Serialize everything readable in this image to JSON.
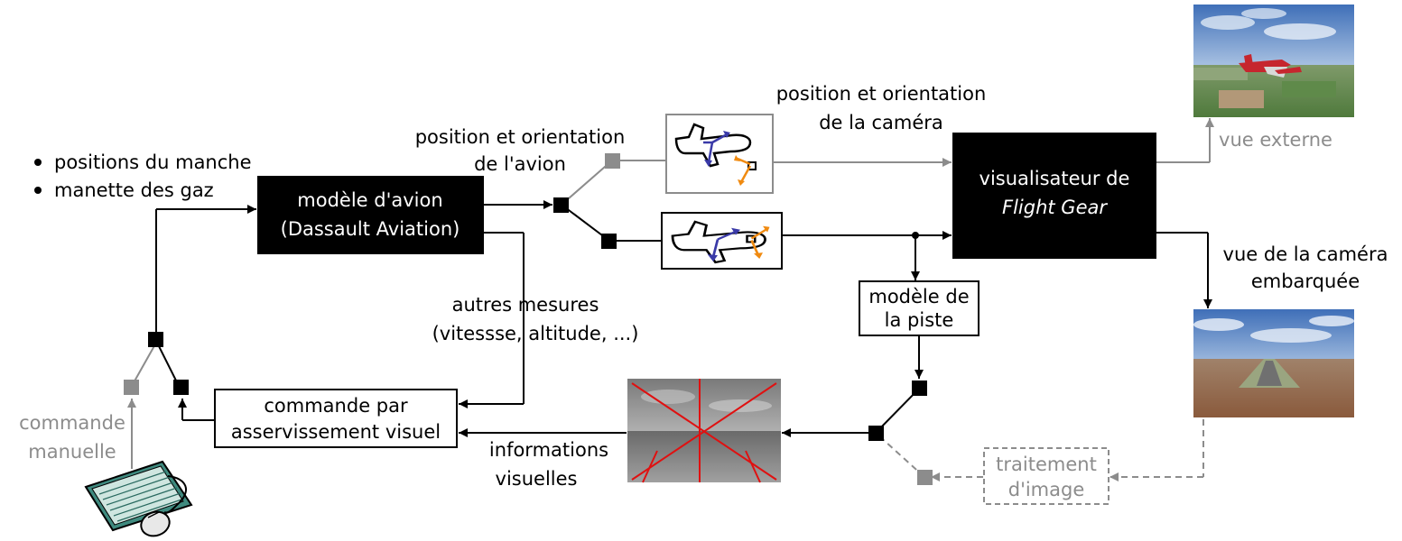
{
  "inputs": {
    "bullet_1": "positions du manche",
    "bullet_2": "manette des gaz"
  },
  "aircraft_model": {
    "line1": "modèle d'avion",
    "line2": "(Dassault Aviation)"
  },
  "aircraft_pose": {
    "line1": "position et orientation",
    "line2": "de l'avion"
  },
  "camera_pose": {
    "line1": "position et orientation",
    "line2": "de la caméra"
  },
  "visualizer": {
    "line1": "visualisateur de",
    "line2": "Flight Gear"
  },
  "external_view": {
    "label": "vue externe"
  },
  "onboard_view": {
    "line1": "vue de la caméra",
    "line2": "embarquée"
  },
  "runway_model": {
    "line1": "modèle de",
    "line2": "la piste"
  },
  "other_measures": {
    "line1": "autres mesures",
    "line2": "(vitessse, altitude, ...)"
  },
  "visual_servo": {
    "line1": "commande par",
    "line2": "asservissement visuel"
  },
  "visual_info": {
    "line1": "informations",
    "line2": "visuelles"
  },
  "manual_control": {
    "line1": "commande",
    "line2": "manuelle"
  },
  "image_processing": {
    "line1": "traitement",
    "line2": "d'image"
  },
  "colors": {
    "black": "#000000",
    "gray": "#8c8c8c",
    "arrow_blue": "#3a3aa8",
    "arrow_orange": "#f08a10",
    "overlay_red": "#e01010"
  },
  "icons": [
    "aircraft-icon",
    "keyboard-icon",
    "mouse-icon"
  ]
}
